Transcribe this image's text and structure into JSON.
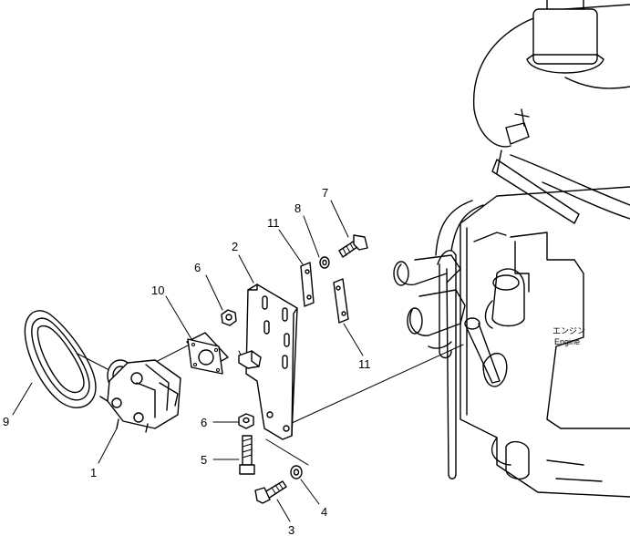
{
  "callouts": {
    "c1": "1",
    "c2": "2",
    "c3": "3",
    "c4": "4",
    "c5": "5",
    "c6a": "6",
    "c6b": "6",
    "c7": "7",
    "c8": "8",
    "c9": "9",
    "c10": "10",
    "c11a": "11",
    "c11b": "11"
  },
  "engine_label": {
    "jp": "エンジン",
    "en": "Engine"
  },
  "parts": [
    {
      "ref": "1",
      "icon": "compressor-icon"
    },
    {
      "ref": "2",
      "icon": "bracket-plate-icon"
    },
    {
      "ref": "3",
      "icon": "bolt-icon"
    },
    {
      "ref": "4",
      "icon": "washer-icon"
    },
    {
      "ref": "5",
      "icon": "bolt-icon"
    },
    {
      "ref": "6",
      "icon": "nut-icon"
    },
    {
      "ref": "7",
      "icon": "bolt-icon"
    },
    {
      "ref": "8",
      "icon": "washer-icon"
    },
    {
      "ref": "9",
      "icon": "v-belt-icon"
    },
    {
      "ref": "10",
      "icon": "gasket-plate-icon"
    },
    {
      "ref": "11",
      "icon": "strap-plate-icon"
    }
  ]
}
